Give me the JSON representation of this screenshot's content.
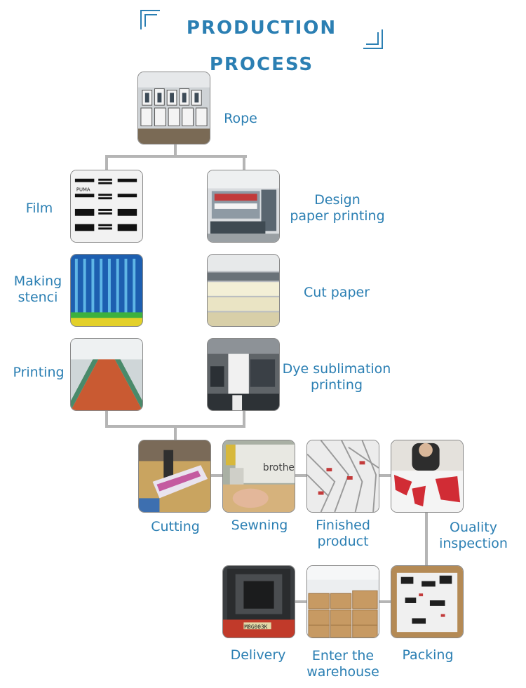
{
  "header": {
    "title": "PRODUCTION PROCESS"
  },
  "steps": {
    "rope": "Rope",
    "film": "Film",
    "design": "Design\npaper printing",
    "stencil": "Making\nstenci",
    "cut_paper": "Cut paper",
    "printing": "Printing",
    "dye": "Dye sublimation\nprinting",
    "cutting": "Cutting",
    "sewing": "Sewning",
    "finished": "Finished\nproduct",
    "quality": "Ouality\ninspection",
    "delivery": "Delivery",
    "warehouse": "Enter the\nwarehouse",
    "packing": "Packing"
  },
  "photo_text": {
    "film_brand": "PUMA",
    "sewing_brand": "brother",
    "truck_plate": "M8G003K"
  },
  "colors": {
    "title": "#2b7fb3",
    "label": "#2b7fb3",
    "connector": "#b5b5b5"
  }
}
